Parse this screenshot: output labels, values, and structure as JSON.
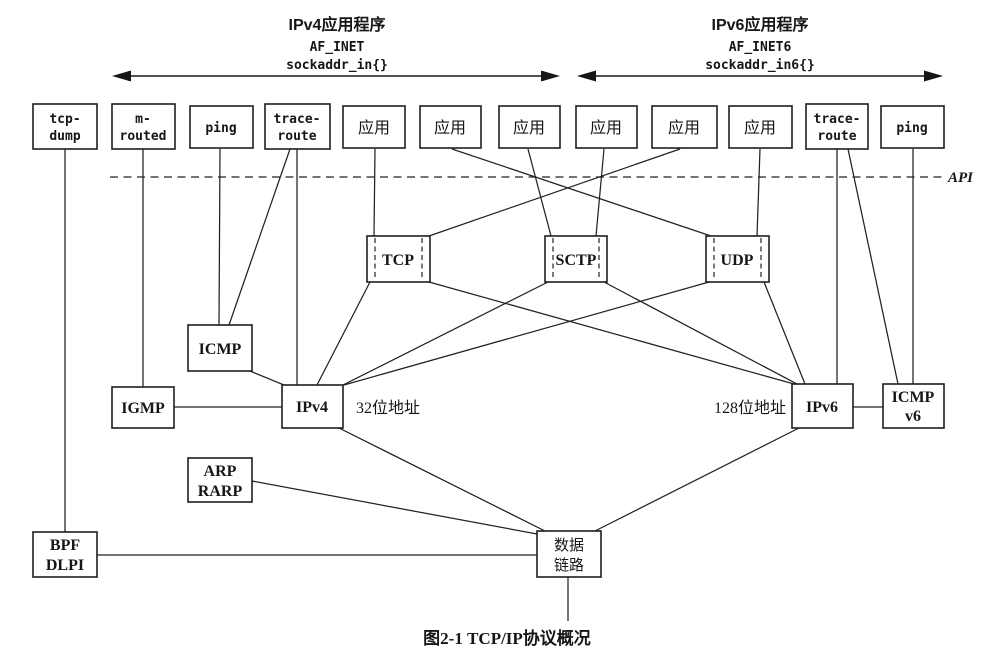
{
  "figure": {
    "caption": "图2-1  TCP/IP协议概况",
    "api_label": "API"
  },
  "headers": {
    "ipv4": {
      "title": "IPv4应用程序",
      "family": "AF_INET",
      "sockaddr": "sockaddr_in{}"
    },
    "ipv6": {
      "title": "IPv6应用程序",
      "family": "AF_INET6",
      "sockaddr": "sockaddr_in6{}"
    }
  },
  "annotations": {
    "ipv4_addr": "32位地址",
    "ipv6_addr": "128位地址"
  },
  "boxes": {
    "tcpdump": {
      "l1": "tcp-",
      "l2": "dump"
    },
    "mrouted": {
      "l1": "m-",
      "l2": "routed"
    },
    "ping": "ping",
    "traceroute": {
      "l1": "trace-",
      "l2": "route"
    },
    "app": "应用",
    "tcp": "TCP",
    "sctp": "SCTP",
    "udp": "UDP",
    "icmp": "ICMP",
    "igmp": "IGMP",
    "ipv4": "IPv4",
    "ipv6": "IPv6",
    "icmpv6": {
      "l1": "ICMP",
      "l2": "v6"
    },
    "arp_rarp": {
      "l1": "ARP",
      "l2": "RARP"
    },
    "bpf_dlpi": {
      "l1": "BPF",
      "l2": "DLPI"
    },
    "datalink": {
      "l1": "数据",
      "l2": "链路"
    }
  },
  "connections": [
    "tcpdump-bpf_dlpi",
    "mrouted-igmp",
    "ping_left-icmp",
    "traceroute_left-icmp",
    "traceroute_left-ipv4",
    "app1-tcp",
    "app2-udp",
    "app3-sctp",
    "app4-sctp",
    "app5-tcp",
    "app6-udp",
    "traceroute_right-ipv6",
    "traceroute_right-icmpv6",
    "ping_right-icmpv6",
    "tcp-ipv4",
    "tcp-ipv6",
    "sctp-ipv4",
    "sctp-ipv6",
    "udp-ipv4",
    "udp-ipv6",
    "icmp-ipv4",
    "igmp-ipv4",
    "ipv6-icmpv6",
    "ipv4-datalink",
    "ipv6-datalink",
    "arp_rarp-datalink",
    "bpf_dlpi-datalink",
    "datalink-physical"
  ]
}
